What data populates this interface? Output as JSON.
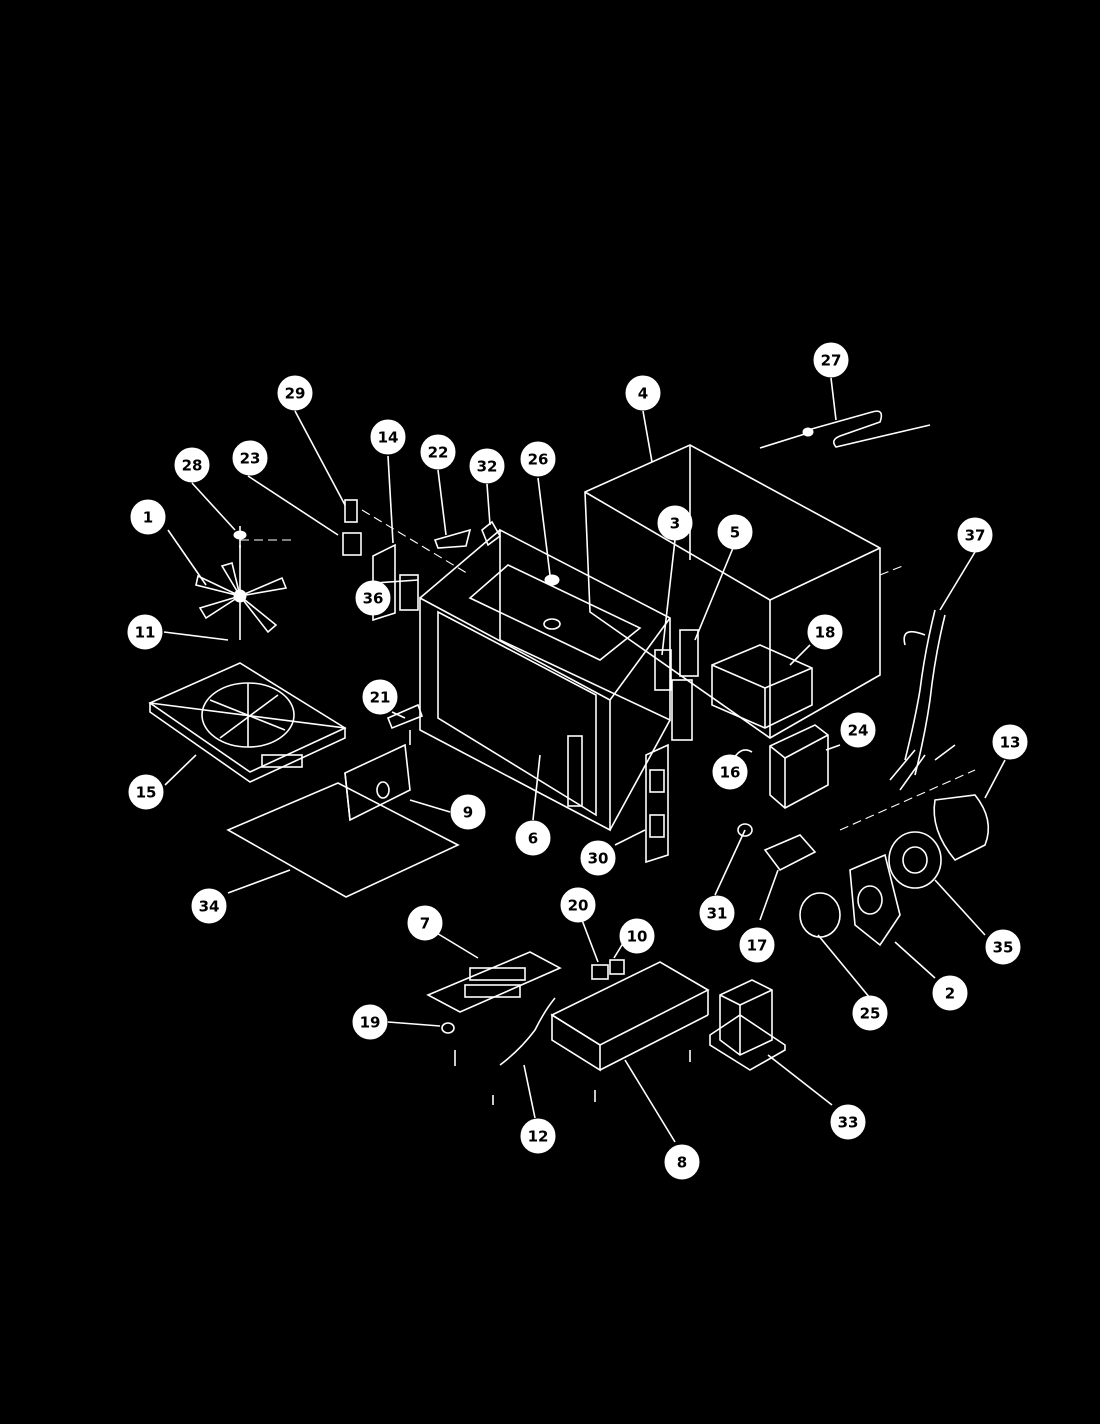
{
  "diagram": {
    "colors": {
      "background": "#000000",
      "ink": "#ffffff",
      "callout_text": "#000000"
    },
    "callouts": [
      {
        "id": "c1",
        "label": "1"
      },
      {
        "id": "c2",
        "label": "2"
      },
      {
        "id": "c3",
        "label": "3"
      },
      {
        "id": "c4",
        "label": "4"
      },
      {
        "id": "c5",
        "label": "5"
      },
      {
        "id": "c6",
        "label": "6"
      },
      {
        "id": "c7",
        "label": "7"
      },
      {
        "id": "c8",
        "label": "8"
      },
      {
        "id": "c9",
        "label": "9"
      },
      {
        "id": "c10",
        "label": "10"
      },
      {
        "id": "c11",
        "label": "11"
      },
      {
        "id": "c12",
        "label": "12"
      },
      {
        "id": "c13",
        "label": "13"
      },
      {
        "id": "c14",
        "label": "14"
      },
      {
        "id": "c15",
        "label": "15"
      },
      {
        "id": "c16",
        "label": "16"
      },
      {
        "id": "c17",
        "label": "17"
      },
      {
        "id": "c18",
        "label": "18"
      },
      {
        "id": "c19",
        "label": "19"
      },
      {
        "id": "c20",
        "label": "20"
      },
      {
        "id": "c21",
        "label": "21"
      },
      {
        "id": "c22",
        "label": "22"
      },
      {
        "id": "c23",
        "label": "23"
      },
      {
        "id": "c24",
        "label": "24"
      },
      {
        "id": "c25",
        "label": "25"
      },
      {
        "id": "c26",
        "label": "26"
      },
      {
        "id": "c27",
        "label": "27"
      },
      {
        "id": "c28",
        "label": "28"
      },
      {
        "id": "c29",
        "label": "29"
      },
      {
        "id": "c30",
        "label": "30"
      },
      {
        "id": "c31",
        "label": "31"
      },
      {
        "id": "c32",
        "label": "32"
      },
      {
        "id": "c33",
        "label": "33"
      },
      {
        "id": "c34",
        "label": "34"
      },
      {
        "id": "c35",
        "label": "35"
      },
      {
        "id": "c36",
        "label": "36"
      },
      {
        "id": "c37",
        "label": "37"
      }
    ]
  }
}
